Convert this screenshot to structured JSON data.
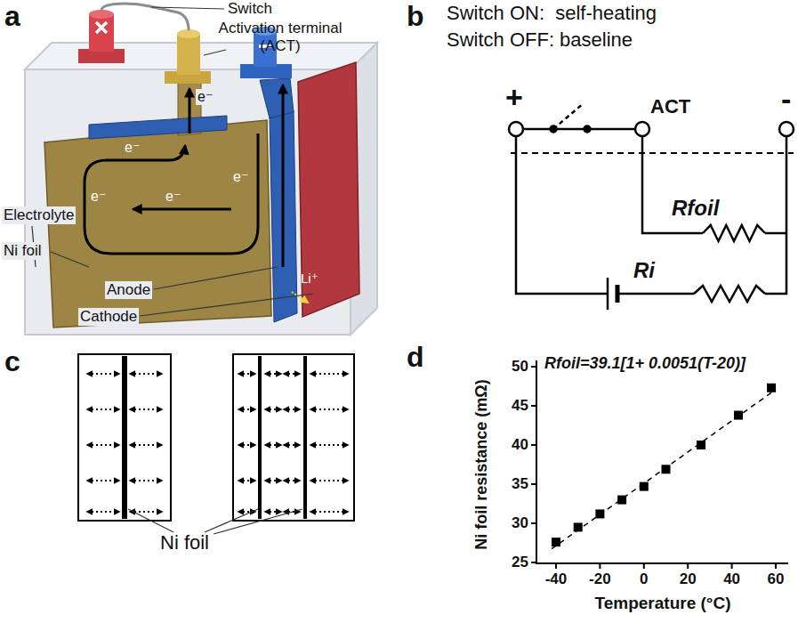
{
  "diagram": {
    "labels": [
      "a",
      "b",
      "c",
      "d",
      "Switch",
      "Activation terminal (ACT)",
      "Electrolyte",
      "Ni foil",
      "Anode",
      "Cathode",
      "e⁻",
      "e⁻",
      "e⁻",
      "e⁻",
      "e⁻",
      "Li⁺",
      "Switch ON:  self-heating",
      "Switch OFF: baseline",
      "+",
      "ACT",
      "-",
      "Rfoil",
      "Ri",
      "Ni foil",
      "Rfoil=39.1[1+ 0.0051(T-20)]",
      "Ni foil resistance (mΩ)",
      "Temperature (°C)",
      "50",
      "45",
      "40",
      "35",
      "30",
      "25",
      "-40",
      "-20",
      "0",
      "20",
      "40",
      "60"
    ]
  }
}
